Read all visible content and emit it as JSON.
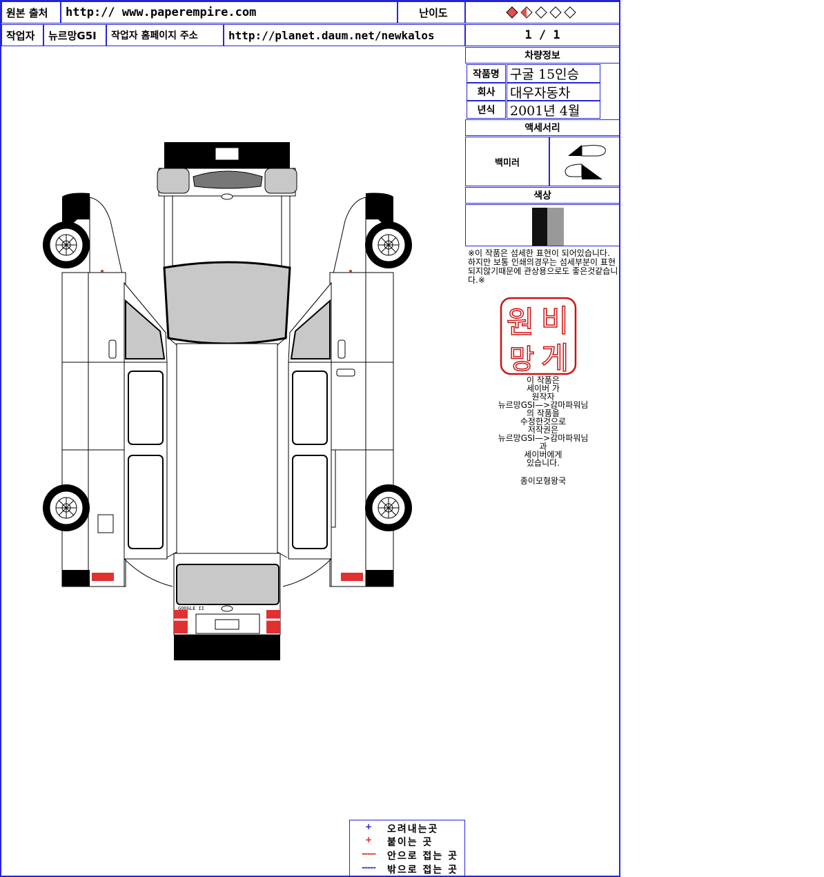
{
  "header": {
    "source_label": "원본 출처",
    "source_url": "http:// www.paperempire.com",
    "difficulty_label": "난이도",
    "difficulty": {
      "filled": 1,
      "half": 1,
      "empty": 3,
      "fill_color": "#e05050"
    },
    "author_label": "작업자",
    "author_name": "뉴르망G5I",
    "homepage_label": "작업자 홈페이지 주소",
    "homepage_url": "http://planet.daum.net/newkalos",
    "page_number": "1 / 1"
  },
  "vehicle_info": {
    "title": "차량정보",
    "rows": [
      {
        "label": "작품명",
        "value": "구굴 15인승"
      },
      {
        "label": "회사",
        "value": "대우자동차"
      },
      {
        "label": "년식",
        "value": "2001년 4월"
      }
    ]
  },
  "accessories": {
    "title": "액세서리",
    "item_label": "백미러"
  },
  "color": {
    "title": "색상",
    "swatches": [
      "#ffffff",
      "#111111",
      "#999999",
      "#ffffff"
    ]
  },
  "note": "※이 작품은 섬세한 표현이 되어있습니다. 하지만 보통 인쇄의경우는 섬세부분이 표현되지않기때문에 관상용으로도 좋은것같습니다.※",
  "stamp": {
    "glyphs": [
      "원",
      "비",
      "망",
      "게"
    ],
    "color": "#cc1111"
  },
  "credit_lines": [
    "이 작품은",
    "세이버 가",
    "원작자",
    "뉴르망GSI—>감마파워님",
    "의 작품을",
    "수정한것으로",
    "저작권은",
    "뉴르망GSI—>감마파워님",
    "과",
    "세이버에게",
    "있습니다."
  ],
  "credit_footer": "종이모형왕국",
  "legend": [
    {
      "symbol": "+",
      "symbol_color": "#2424d8",
      "text": "오려내는곳"
    },
    {
      "symbol": "+",
      "symbol_color": "#e02020",
      "text": "붙이는 곳"
    },
    {
      "symbol": "-----",
      "symbol_color": "#e02020",
      "text": "안으로 접는 곳"
    },
    {
      "symbol": "-----",
      "symbol_color": "#2424d8",
      "text": "밖으로 접는 곳"
    }
  ],
  "model": {
    "rear_logo_text": "GOOGLE II"
  }
}
